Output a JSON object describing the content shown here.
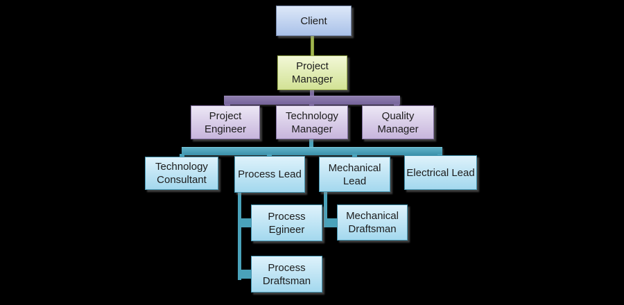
{
  "diagram_type": "organization-chart",
  "background": "#000000",
  "nodes": {
    "client": {
      "label": "Client",
      "level": 1,
      "palette": "blue-lavender"
    },
    "project_manager": {
      "label": "Project Manager",
      "level": 2,
      "palette": "green-yellow"
    },
    "project_engineer": {
      "label": "Project Engineer",
      "level": 3,
      "palette": "purple"
    },
    "technology_manager": {
      "label": "Technology Manager",
      "level": 3,
      "palette": "purple"
    },
    "quality_manager": {
      "label": "Quality Manager",
      "level": 3,
      "palette": "purple"
    },
    "technology_consultant": {
      "label": "Technology Consultant",
      "level": 4,
      "palette": "cyan"
    },
    "process_lead": {
      "label": "Process Lead",
      "level": 4,
      "palette": "cyan"
    },
    "mechanical_lead": {
      "label": "Mechanical Lead",
      "level": 4,
      "palette": "cyan"
    },
    "electrical_lead": {
      "label": "Electrical Lead",
      "level": 4,
      "palette": "cyan"
    },
    "process_egineer": {
      "label": "Process Egineer",
      "level": 5,
      "palette": "cyan"
    },
    "mechanical_draftsman": {
      "label": "Mechanical Draftsman",
      "level": 5,
      "palette": "cyan"
    },
    "process_draftsman": {
      "label": "Process Draftsman",
      "level": 5,
      "palette": "cyan"
    }
  },
  "edges": [
    {
      "from": "Client",
      "to": "Project Manager"
    },
    {
      "from": "Project Manager",
      "to": "Project Engineer"
    },
    {
      "from": "Project Manager",
      "to": "Technology Manager"
    },
    {
      "from": "Project Manager",
      "to": "Quality Manager"
    },
    {
      "from": "Technology Manager",
      "to": "Technology Consultant"
    },
    {
      "from": "Technology Manager",
      "to": "Process Lead"
    },
    {
      "from": "Technology Manager",
      "to": "Mechanical Lead"
    },
    {
      "from": "Technology Manager",
      "to": "Electrical Lead"
    },
    {
      "from": "Process Lead",
      "to": "Process Egineer"
    },
    {
      "from": "Process Lead",
      "to": "Process Draftsman"
    },
    {
      "from": "Mechanical Lead",
      "to": "Mechanical Draftsman"
    }
  ],
  "palette": {
    "client_fill_top": "#dde8f8",
    "client_fill_bottom": "#a9c1e9",
    "client_border": "#7384a6",
    "manager_fill_top": "#f2f8d7",
    "manager_fill_bottom": "#d2e295",
    "manager_border": "#9aae4f",
    "purple_fill_top": "#ece7f5",
    "purple_fill_bottom": "#c7b5dc",
    "purple_border": "#7f6d9d",
    "cyan_fill_top": "#def2fb",
    "cyan_fill_bottom": "#a3d8ee",
    "cyan_border": "#4595b1",
    "connector_green": "#a8bf5e",
    "connector_purple": "#7d6ba0",
    "connector_teal": "#4aa2ba",
    "text": "#1c1c1c"
  }
}
